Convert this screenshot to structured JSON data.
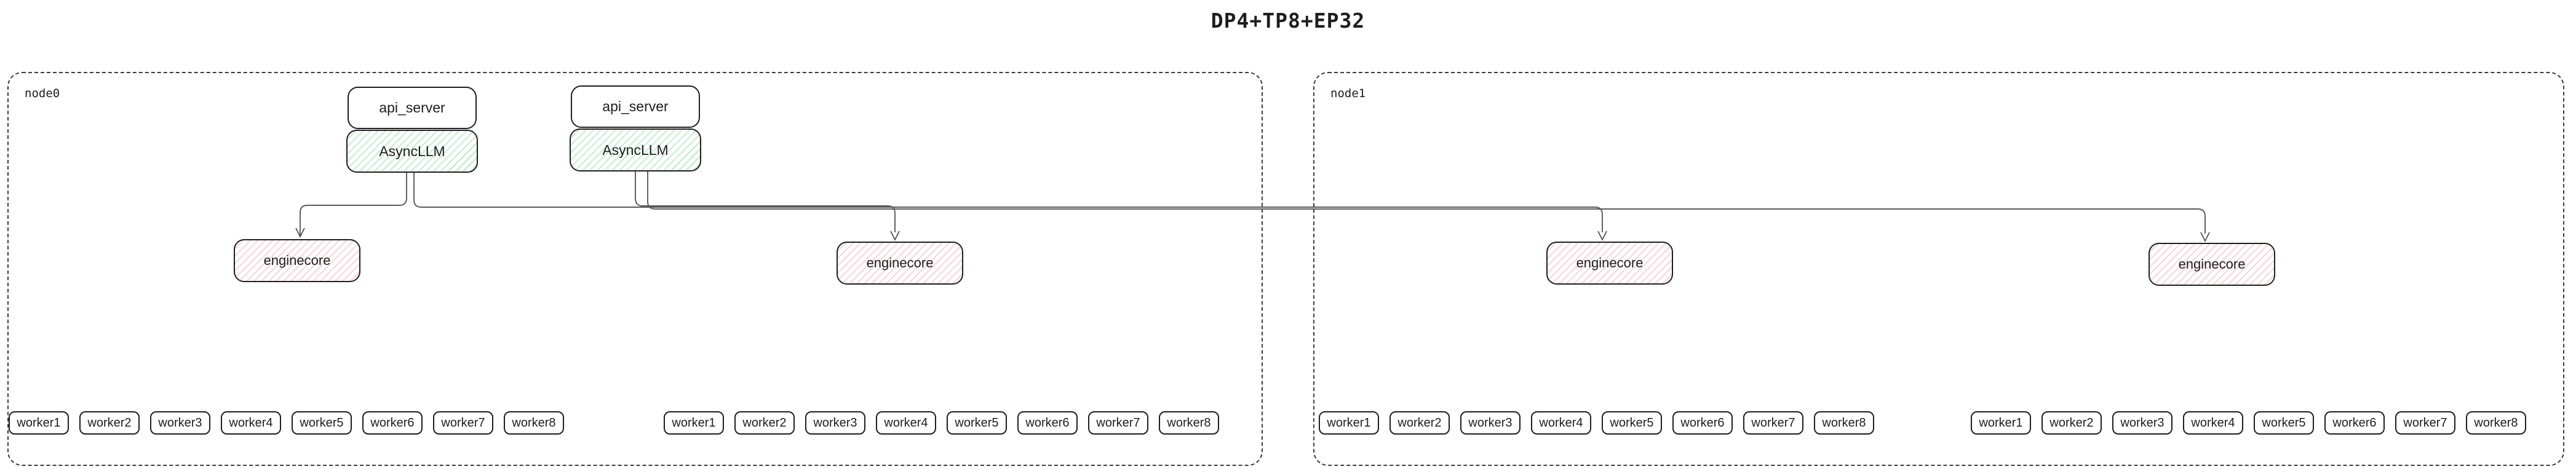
{
  "title": "DP4+TP8+EP32",
  "colors": {
    "box_border": "#1e1e1e",
    "node_border": "#3d3d3d",
    "edge_line": "#5a5a5a",
    "green_hatch": "#69db7c",
    "red_hatch": "#ff8787",
    "background": "#ffffff"
  },
  "node0": {
    "label": "node0",
    "stacks": [
      {
        "api_server": "api_server",
        "async_llm": "AsyncLLM"
      },
      {
        "api_server": "api_server",
        "async_llm": "AsyncLLM"
      }
    ],
    "enginecores": [
      "enginecore",
      "enginecore"
    ],
    "worker_groups": [
      [
        "worker1",
        "worker2",
        "worker3",
        "worker4",
        "worker5",
        "worker6",
        "worker7",
        "worker8"
      ],
      [
        "worker1",
        "worker2",
        "worker3",
        "worker4",
        "worker5",
        "worker6",
        "worker7",
        "worker8"
      ]
    ]
  },
  "node1": {
    "label": "node1",
    "enginecores": [
      "enginecore",
      "enginecore"
    ],
    "worker_groups": [
      [
        "worker1",
        "worker2",
        "worker3",
        "worker4",
        "worker5",
        "worker6",
        "worker7",
        "worker8"
      ],
      [
        "worker1",
        "worker2",
        "worker3",
        "worker4",
        "worker5",
        "worker6",
        "worker7",
        "worker8"
      ]
    ]
  }
}
